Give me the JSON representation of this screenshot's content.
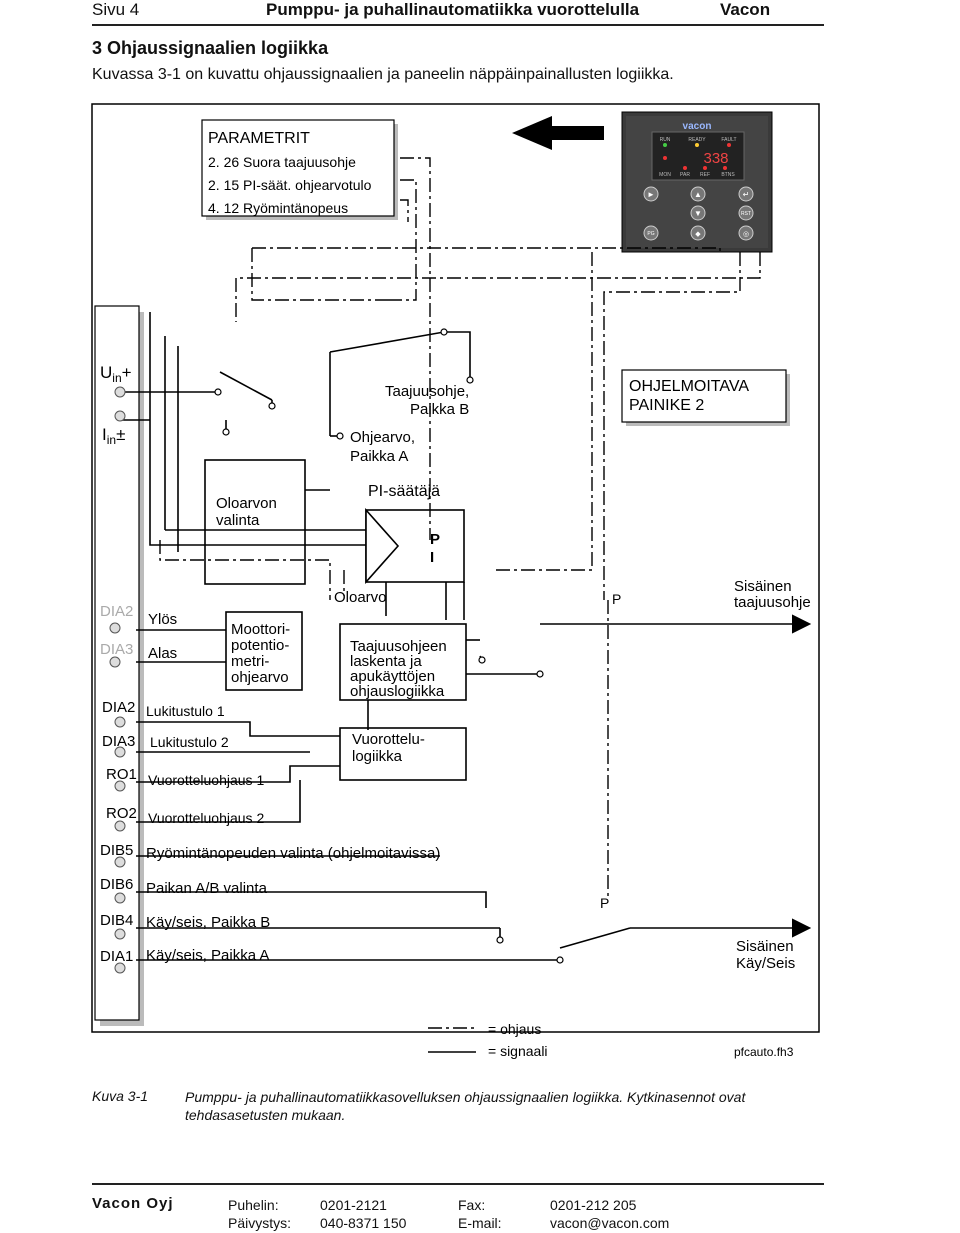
{
  "header": {
    "page": "Sivu 4",
    "title": "Pumppu- ja puhallinautomatiikka vuorottelulla",
    "brand": "Vacon"
  },
  "section": {
    "title": "3  Ohjaussignaalien logiikka",
    "intro": "Kuvassa 3-1 on kuvattu ohjaussignaalien ja  paneelin näppäinpainallusten logiikka."
  },
  "diagram": {
    "params_title": "PARAMETRIT",
    "params": [
      "2. 26 Suora taajuusohje",
      "2. 15 PI-säät. ohjearvotulo",
      "4. 12 Ryömintänopeus"
    ],
    "panel": {
      "logo": "vacon",
      "display": "338",
      "leds_top": [
        "RUN",
        "READY",
        "FAULT"
      ],
      "leds_bottom": [
        "MON",
        "PAR",
        "REF",
        "BTNS"
      ],
      "keys": [
        "RST",
        "PG"
      ]
    },
    "uin": "U",
    "uin_sub": "in",
    "uin_sign": "+",
    "iin": "I",
    "iin_sub": "in",
    "iin_sign": "±",
    "taajuusohje_b": [
      "Taajuusohje,",
      "Paikka B"
    ],
    "ohjearvo_a": [
      "Ohjearvo,",
      "Paikka A"
    ],
    "ohjelmoitava": [
      "OHJELMOITAVA",
      "PAINIKE 2"
    ],
    "oloarvon": [
      "Oloarvon",
      "valinta"
    ],
    "pi_title": "PI-säätäjä",
    "pi_p": "P",
    "pi_i": "I",
    "oloarvo": "Oloarvo",
    "moottori": [
      "Moottori-",
      "potentio-",
      "metri-",
      "ohjearvo"
    ],
    "taajuus_laskenta": [
      "Taajuusohjeen",
      "laskenta ja",
      "apukäyttöjen",
      "ohjauslogiikka"
    ],
    "vuorottelu": [
      "Vuorottelu-",
      "logiikka"
    ],
    "p_top": "P",
    "p_bottom": "P",
    "sisainen_taaj": [
      "Sisäinen",
      "taajuusohje"
    ],
    "sisainen_kay": [
      "Sisäinen",
      "Käy/Seis"
    ],
    "rows": [
      {
        "term": "DIA2",
        "label": "Ylös",
        "grey": true
      },
      {
        "term": "DIA3",
        "label": "Alas",
        "grey": true
      },
      {
        "term": "DIA2",
        "label": "Lukitustulo 1",
        "grey": false
      },
      {
        "term": "DIA3",
        "label": "Lukitustulo 2",
        "grey": false
      },
      {
        "term": "RO1",
        "label": "Vuorotteluohjaus 1",
        "grey": false
      },
      {
        "term": "RO2",
        "label": "Vuorotteluohjaus 2",
        "grey": false
      },
      {
        "term": "DIB5",
        "label": "Ryömintänopeuden valinta (ohjelmoitavissa)",
        "grey": false
      },
      {
        "term": "DIB6",
        "label": "Paikan A/B valinta",
        "grey": false
      },
      {
        "term": "DIB4",
        "label": "Käy/seis, Paikka B",
        "grey": false
      },
      {
        "term": "DIA1",
        "label": "Käy/seis, Paikka A",
        "grey": false
      }
    ],
    "legend_ohjaus": "= ohjaus",
    "legend_signaali": "= signaali",
    "filename": "pfcauto.fh3"
  },
  "caption": {
    "label": "Kuva 3-1",
    "text": "Pumppu- ja puhallinautomatiikkasovelluksen ohjaussignaalien logiikka. Kytkinasennot ovat tehdasasetusten mukaan."
  },
  "footer": {
    "company": "Vacon Oyj",
    "phone_label": "Puhelin:",
    "phone": "0201-2121",
    "fax_label": "Fax:",
    "fax": "0201-212 205",
    "duty_label": "Päivystys:",
    "duty": "040-8371 150",
    "email_label": "E-mail:",
    "email": "vacon@vacon.com"
  }
}
